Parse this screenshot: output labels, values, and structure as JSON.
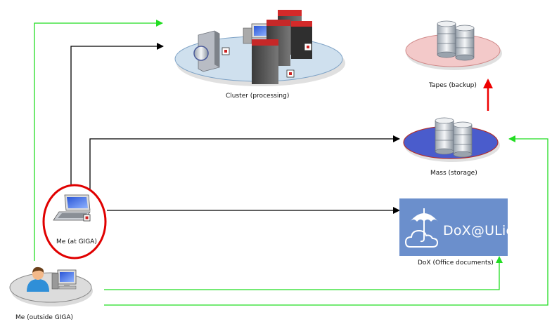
{
  "nodes": {
    "cluster": {
      "label": "Cluster (processing)"
    },
    "tapes": {
      "label": "Tapes (backup)"
    },
    "mass": {
      "label": "Mass (storage)"
    },
    "me_giga": {
      "label": "Me (at GIGA)"
    },
    "dox": {
      "label": "DoX (Office documents)",
      "logo_text": "DoX@ULiège"
    },
    "me_outside": {
      "label": "Me (outside GIGA)"
    }
  },
  "colors": {
    "black_link": "#000000",
    "green_link": "#22dd22",
    "red_arrow": "#ee0000",
    "highlight_ring": "#e00000",
    "dox_panel": "#6b8fcc",
    "platform_gray": "#dcdcdc",
    "cluster_platform": "#cfe0ee",
    "tapes_platform": "#f3c9c9",
    "mass_platform": "#4a5ccc"
  }
}
